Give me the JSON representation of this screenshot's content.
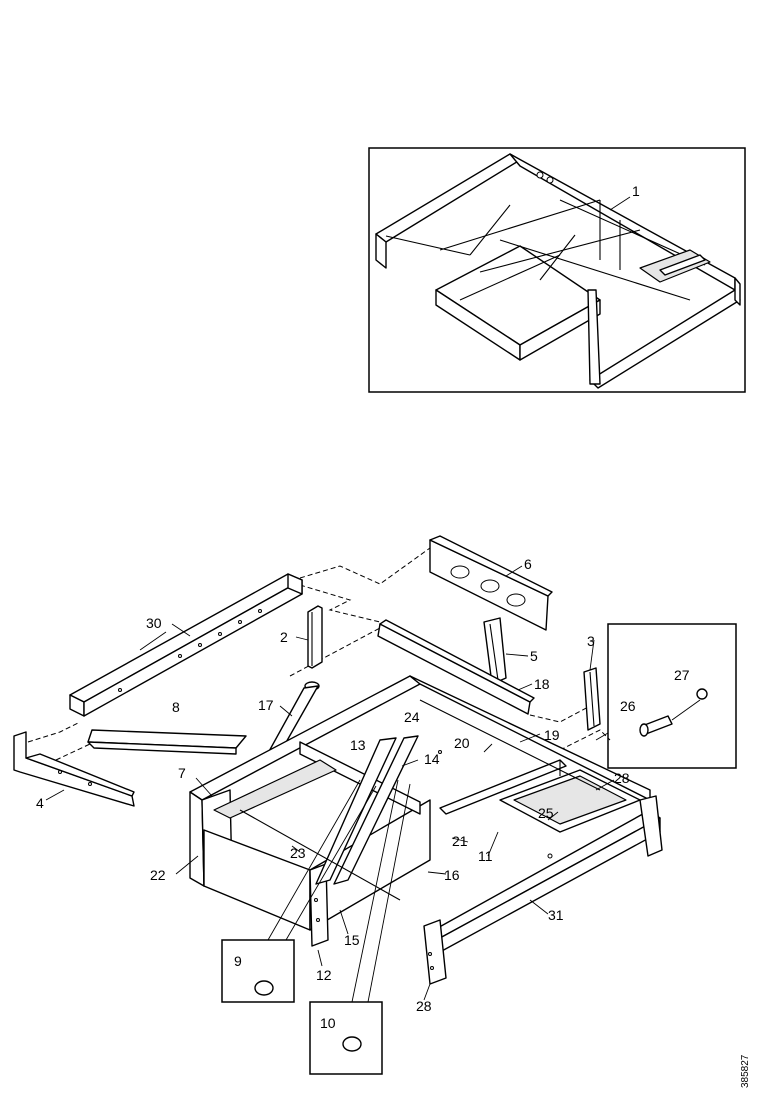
{
  "overview_callout": "1",
  "callouts": {
    "c2": "2",
    "c3": "3",
    "c4": "4",
    "c5": "5",
    "c6": "6",
    "c7": "7",
    "c8": "8",
    "c9": "9",
    "c10": "10",
    "c11": "11",
    "c12": "12",
    "c13": "13",
    "c14": "14",
    "c15": "15",
    "c16": "16",
    "c17": "17",
    "c18": "18",
    "c19": "19",
    "c20": "20",
    "c21": "21",
    "c22": "22",
    "c23": "23",
    "c24": "24",
    "c25": "25",
    "c26": "26",
    "c27": "27",
    "c28a": "28",
    "c28b": "28",
    "c30": "30",
    "c31": "31"
  },
  "figure_code": "385827"
}
